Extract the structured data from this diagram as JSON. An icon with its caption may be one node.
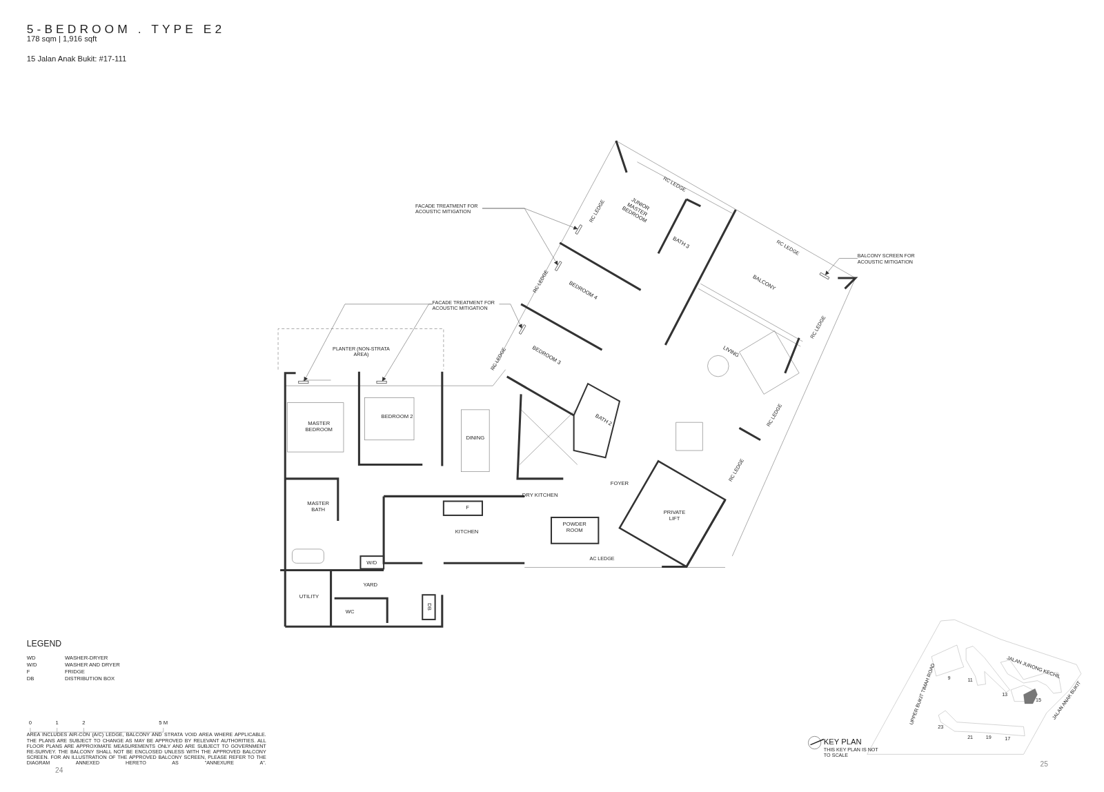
{
  "diagram": {
    "title": "5-BEDROOM . TYPE E2",
    "nodes": [
      {
        "text": [
          "FACADE TREATMENT FOR ACOUSTIC MITIGATION"
        ]
      },
      {
        "text": [],
        "shape": "bar"
      },
      {
        "text": [],
        "shape": "bar"
      },
      {
        "text": [
          "FACADE TREATMENT FOR ACOUSTIC MITIGATION"
        ]
      },
      {
        "text": [],
        "shape": "bar"
      },
      {
        "text": [],
        "shape": "bar"
      },
      {
        "text": [],
        "shape": "bar"
      },
      {
        "text": [
          "BALCONY SCREEN FOR ACOUSTIC MITIGATION"
        ]
      },
      {
        "text": [],
        "shape": "bar"
      }
    ],
    "edges": [
      {
        "from": 0,
        "to": 1,
        "arrow": "to"
      },
      {
        "from": 0,
        "to": 2,
        "arrow": "to"
      },
      {
        "from": 3,
        "to": 4,
        "arrow": "to"
      },
      {
        "from": 3,
        "to": 5,
        "arrow": "to"
      },
      {
        "from": 3,
        "to": 6,
        "arrow": "to"
      },
      {
        "from": 7,
        "to": 8,
        "arrow": "to"
      }
    ],
    "labels": [
      "178 sqm | 1,916 sqft",
      "15 Jalan Anak Bukit: #17-111",
      "RC LEDGE",
      "RC LEDGE",
      "JUNIOR MASTER BEDROOM",
      "BATH 3",
      "RC LEDGE",
      "RC LEDGE",
      "BEDROOM 4",
      "BALCONY",
      "RC LEDGE",
      "PLANTER (NON-STRATA AREA)",
      "RC LEDGE",
      "BEDROOM 3",
      "LIVING",
      "MASTER BEDROOM",
      "BEDROOM 2",
      "BATH 2",
      "DINING",
      "RC LEDGE",
      "RC LEDGE",
      "FOYER",
      "MASTER BATH",
      "DRY KITCHEN",
      "F",
      "PRIVATE LIFT",
      "POWDER ROOM",
      "KITCHEN",
      "W/D",
      "AC LEDGE",
      "YARD",
      "UTILITY",
      "DB",
      "WC",
      "LEGEND",
      "WD",
      "WASHER-DRYER",
      "W/D",
      "WASHER AND DRYER",
      "F",
      "FRIDGE",
      "DB",
      "DISTRIBUTION BOX",
      "JALAN JURONG KECHIL",
      "9",
      "11",
      "13",
      "15",
      "UPPER BUKIT TIMAH ROAD",
      "JALAN ANAK BUKIT",
      "23",
      "21",
      "19",
      "17",
      "0",
      "1",
      "2",
      "5 M",
      "KEY PLAN",
      "THIS KEY PLAN IS NOT TO SCALE",
      "AREA INCLUDES AIR-CON (A/C) LEDGE, BALCONY AND STRATA VOID AREA WHERE APPLICABLE. THE PLANS ARE SUBJECT TO CHANGE AS MAY BE APPROVED BY RELEVANT AUTHORITIES. ALL FLOOR PLANS ARE APPROXIMATE MEASUREMENTS ONLY AND ARE SUBJECT TO GOVERNMENT RE-SURVEY. THE BALCONY SHALL NOT BE ENCLOSED UNLESS WITH THE APPROVED BALCONY SCREEN. FOR AN ILLUSTRATION OF THE APPROVED BALCONY SCREEN, PLEASE REFER TO THE DIAGRAM ANNEXED HERETO AS \"ANNEXURE A\".",
      "24",
      "25"
    ]
  }
}
